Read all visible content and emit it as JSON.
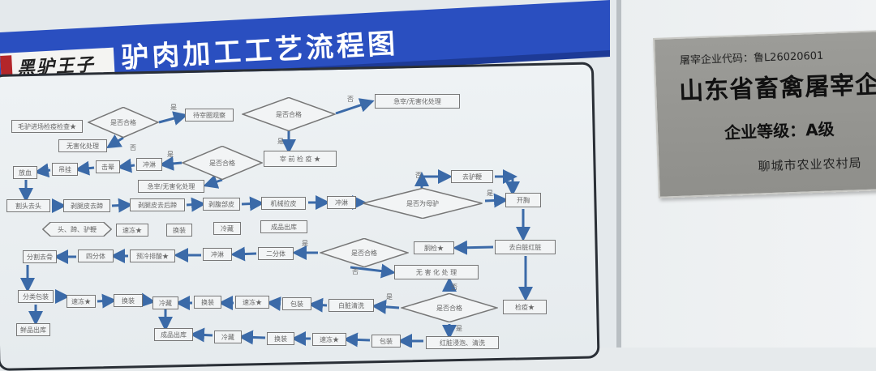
{
  "poster": {
    "logo_text": "黑驴王子",
    "title": "驴肉加工工艺流程图",
    "colors": {
      "banner": "#2a4fc0",
      "arrow": "#3b6aa8",
      "frame": "#2a2f36"
    },
    "labels": {
      "yes": "是",
      "no": "否"
    },
    "nodes": {
      "n1": "毛驴进场检疫检查★",
      "d1": "是否合格",
      "n2": "待宰圈观察",
      "d2": "是否合格",
      "n3": "急宰/无害化处理",
      "n4": "无害化处理",
      "n5": "宰 前 检 疫 ★",
      "d3": "是否合格",
      "n6": "冲淋",
      "n7": "击晕",
      "n8": "吊挂",
      "n9": "放血",
      "n10": "急宰/无害化处理",
      "n11": "割头去头",
      "n12": "剥腿皮去蹄",
      "n13": "剥腿皮去后蹄",
      "n14": "剥腹部皮",
      "n15": "机械拉皮",
      "n16": "冲淋",
      "d4": "是否为母驴",
      "n17": "去驴鞭",
      "n18": "开胸",
      "h1": "头、蹄、驴鞭",
      "n19": "速冻★",
      "n20": "换装",
      "n21": "冷藏",
      "n22": "成品出库",
      "d5": "是否合格",
      "n23": "胴检★",
      "n24": "去白脏红脏",
      "n25": "二分体",
      "n26": "冲淋",
      "n27": "预冷排酸★",
      "n28": "四分体",
      "n29": "分割去骨",
      "n30": "无 害 化 处 理",
      "n31": "分类包装",
      "n32": "速冻★",
      "n33": "换装",
      "n34": "冷藏",
      "n35": "换装",
      "n36": "速冻★",
      "n37": "包装",
      "n38": "白脏清洗",
      "d6": "是否合格",
      "n39": "检疫★",
      "n40": "鲜品出库",
      "n41": "成品出库",
      "n42": "冷藏",
      "n43": "换装",
      "n44": "速冻★",
      "n45": "包装",
      "n46": "红脏浸泡、清洗"
    }
  },
  "sign": {
    "code": "屠宰企业代码：鲁L26020601",
    "name": "山东省畜禽屠宰企业",
    "grade": "企业等级：A级",
    "issuer": "聊城市农业农村局"
  }
}
